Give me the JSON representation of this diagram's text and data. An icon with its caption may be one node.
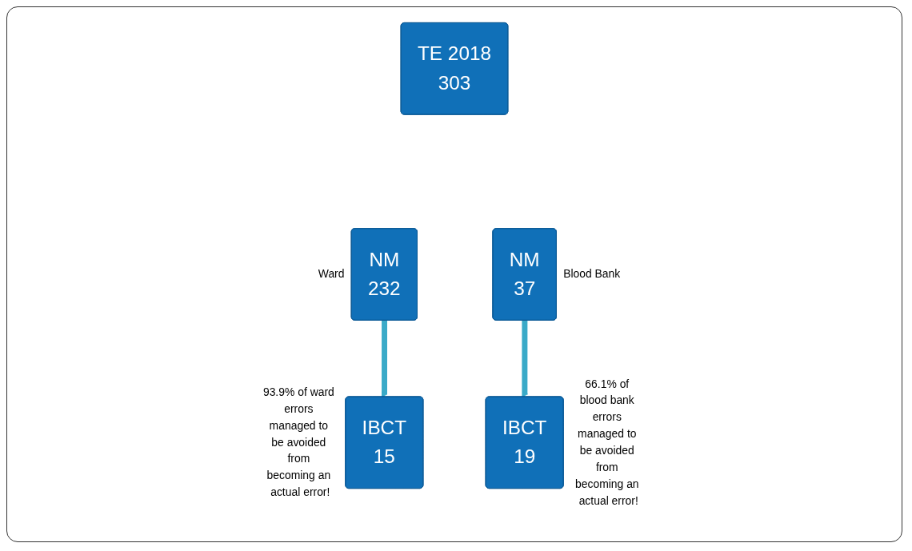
{
  "diagram": {
    "nodes": [
      {
        "text": [
          "TE 2018",
          "303"
        ]
      },
      {
        "text": [
          "NM",
          "232"
        ],
        "beside": [
          "Ward"
        ]
      },
      {
        "text": [
          "NM",
          "37"
        ],
        "beside": [
          "Blood Bank"
        ]
      },
      {
        "text": [
          "IBCT",
          "15"
        ],
        "beside": [
          "93.9% of ward errors managed to be avoided from becoming an actual error!"
        ]
      },
      {
        "text": [
          "IBCT",
          "19"
        ],
        "beside": [
          "66.1% of blood bank errors managed to be avoided from becoming an actual error!"
        ]
      }
    ],
    "edges": [
      {
        "from": 1,
        "to": 3,
        "arrow": "to"
      },
      {
        "from": 2,
        "to": 4,
        "arrow": "to"
      }
    ]
  }
}
